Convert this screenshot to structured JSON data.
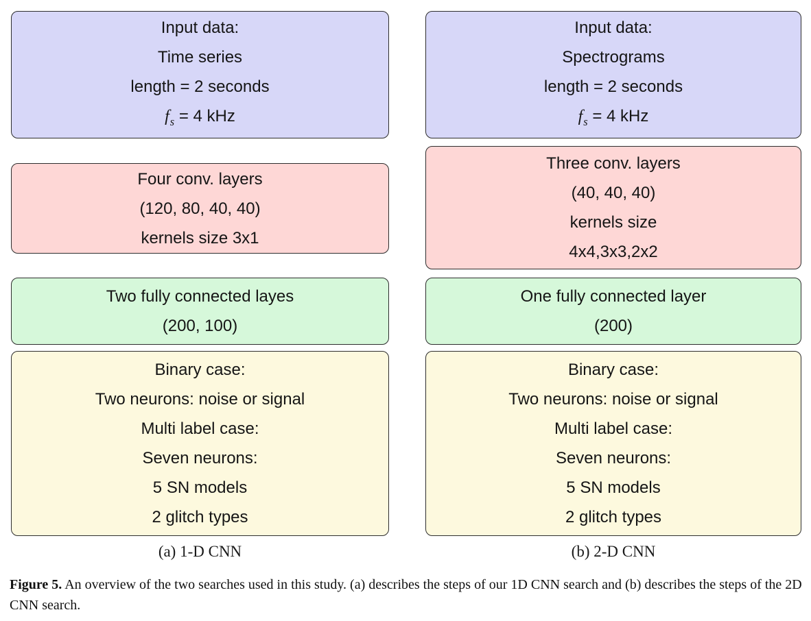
{
  "panels": [
    {
      "caption": "(a) 1-D CNN",
      "boxes": {
        "input": {
          "lines": [
            "Input data:",
            "Time series",
            "length = 2 seconds"
          ],
          "math": {
            "variable": "f",
            "subscript": "s",
            "rest": " = 4 kHz"
          }
        },
        "conv": {
          "lines": [
            "Four conv. layers",
            "(120, 80, 40, 40)",
            "kernels size 3x1"
          ]
        },
        "fc": {
          "lines": [
            "Two fully connected layes",
            "(200, 100)"
          ]
        },
        "output": {
          "lines": [
            "Binary case:",
            "Two neurons: noise or signal",
            "Multi label case:",
            "Seven neurons:",
            "5 SN models",
            "2 glitch types"
          ]
        }
      }
    },
    {
      "caption": "(b) 2-D CNN",
      "boxes": {
        "input": {
          "lines": [
            "Input data:",
            "Spectrograms",
            "length = 2 seconds"
          ],
          "math": {
            "variable": "f",
            "subscript": "s",
            "rest": " = 4 kHz"
          }
        },
        "conv": {
          "lines": [
            "Three conv. layers",
            "(40, 40, 40)",
            "kernels size",
            "4x4,3x3,2x2"
          ]
        },
        "fc": {
          "lines": [
            "One fully connected layer",
            "(200)"
          ]
        },
        "output": {
          "lines": [
            "Binary case:",
            "Two neurons: noise or signal",
            "Multi label case:",
            "Seven neurons:",
            "5 SN models",
            "2 glitch types"
          ]
        }
      }
    }
  ],
  "figure_caption": {
    "label": "Figure 5.",
    "text": "An overview of the two searches used in this study. (a) describes the steps of our 1D CNN search and (b) describes the steps of the 2D CNN search."
  },
  "colors": {
    "input_fill": "#d7d7f8",
    "conv_fill": "#fed7d6",
    "fc_fill": "#d6f8da",
    "output_fill": "#fdf9de",
    "border": "#2d2d2d"
  }
}
